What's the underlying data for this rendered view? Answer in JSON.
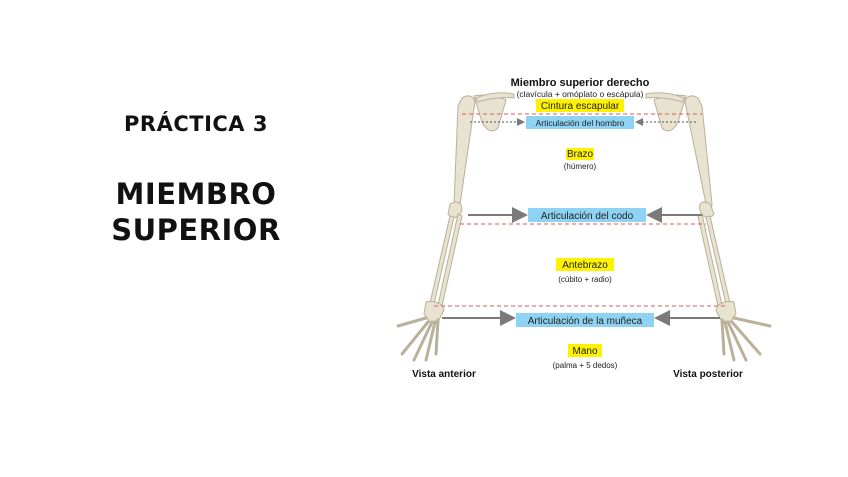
{
  "slide": {
    "practice_label": "PRÁCTICA 3",
    "subject_line1": "MIEMBRO",
    "subject_line2": "SUPERIOR"
  },
  "figure": {
    "title": "Miembro superior derecho",
    "subtitle": "(clavícula + omóplato o escápula)",
    "regions": {
      "girdle": "Cintura escapular",
      "arm": "Brazo",
      "arm_note": "(húmero)",
      "forearm": "Antebrazo",
      "forearm_note": "(cúbito + radio)",
      "hand": "Mano",
      "hand_note": "(palma + 5 dedos)"
    },
    "joints": {
      "shoulder": "Articulación del hombro",
      "elbow": "Articulación del codo",
      "wrist": "Articulación de la muñeca"
    },
    "views": {
      "anterior": "Vista anterior",
      "posterior": "Vista posterior"
    },
    "colors": {
      "region_highlight": "#fff200",
      "joint_highlight": "#8fd3f4",
      "dashed_line": "#e05a5a",
      "arrow": "#7a7a7a",
      "bone": "#e8e2d0",
      "bone_outline": "#b9b19a"
    }
  }
}
